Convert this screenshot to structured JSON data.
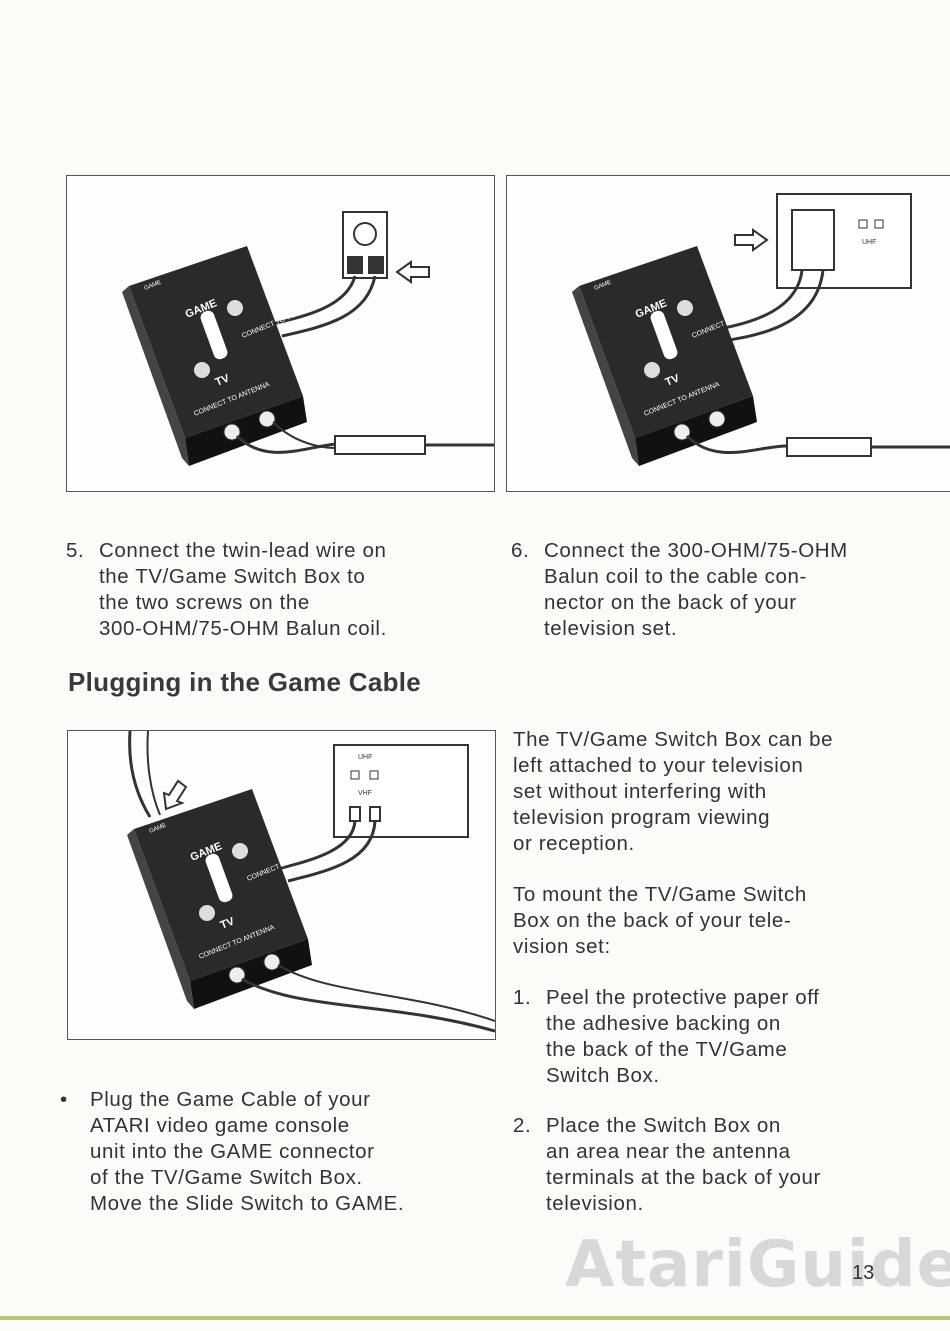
{
  "figures": {
    "fig1": {
      "box_label_top": "GAME",
      "box_label_game": "GAME",
      "box_label_tv": "TV",
      "box_label_vhf": "CONNECT TO TV VHF",
      "box_label_antenna": "CONNECT TO ANTENNA"
    },
    "fig2": {
      "box_label_top": "GAME",
      "box_label_game": "GAME",
      "box_label_tv": "TV",
      "box_label_vhf": "CONNECT TO TV VHF",
      "box_label_antenna": "CONNECT TO ANTENNA",
      "panel_label": "UHF"
    },
    "fig3": {
      "box_label_top": "GAME",
      "box_label_game": "GAME",
      "box_label_tv": "TV",
      "box_label_vhf": "CONNECT TO TV VHF",
      "box_label_antenna": "CONNECT TO ANTENNA",
      "panel_label_top": "UHF",
      "panel_label_bottom": "VHF"
    }
  },
  "step5": {
    "number": "5.",
    "text": "Connect the twin-lead wire on\nthe TV/Game Switch Box to\nthe two screws on the\n300-OHM/75-OHM Balun coil."
  },
  "step6": {
    "number": "6.",
    "text": "Connect the 300-OHM/75-OHM\nBalun coil to the cable con-\nnector on the back of your\ntelevision set."
  },
  "section_heading": "Plugging in the Game Cable",
  "bullet": {
    "symbol": "•",
    "text": "Plug the Game Cable of your\nATARI video game console\nunit into the GAME connector\nof the TV/Game Switch Box.\nMove the Slide Switch to GAME."
  },
  "right_column": {
    "para1": "The TV/Game Switch Box can be\nleft attached to your television\nset without interfering with\ntelevision program viewing\nor reception.",
    "para2": "To mount the TV/Game Switch\nBox on the back of your tele-\nvision set:",
    "steps": [
      {
        "number": "1.",
        "text": "Peel the protective paper off\nthe adhesive backing on\nthe back of the TV/Game\nSwitch Box."
      },
      {
        "number": "2.",
        "text": "Place the Switch Box on\nan area near the antenna\nterminals at the back of your\ntelevision."
      }
    ]
  },
  "watermark": "AtariGuide",
  "page_number": "13"
}
